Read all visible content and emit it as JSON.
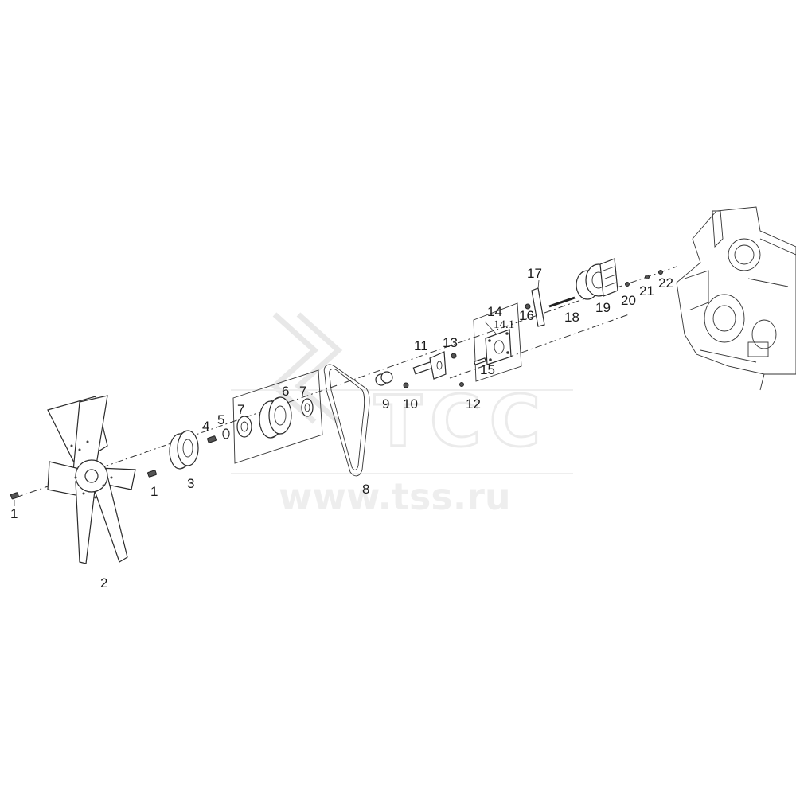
{
  "watermark": {
    "logo_text": "TCC",
    "url_text": "www.tss.ru"
  },
  "callouts": [
    {
      "id": "1a",
      "text": "1"
    },
    {
      "id": "1b",
      "text": "1"
    },
    {
      "id": "2",
      "text": "2"
    },
    {
      "id": "3",
      "text": "3"
    },
    {
      "id": "4",
      "text": "4"
    },
    {
      "id": "5",
      "text": "5"
    },
    {
      "id": "6",
      "text": "6"
    },
    {
      "id": "7a",
      "text": "7"
    },
    {
      "id": "7b",
      "text": "7"
    },
    {
      "id": "8",
      "text": "8"
    },
    {
      "id": "9",
      "text": "9"
    },
    {
      "id": "10",
      "text": "10"
    },
    {
      "id": "11",
      "text": "11"
    },
    {
      "id": "12",
      "text": "12"
    },
    {
      "id": "13",
      "text": "13"
    },
    {
      "id": "14",
      "text": "14"
    },
    {
      "id": "14_1",
      "text": "14.1"
    },
    {
      "id": "15",
      "text": "15"
    },
    {
      "id": "16",
      "text": "16"
    },
    {
      "id": "17",
      "text": "17"
    },
    {
      "id": "18",
      "text": "18"
    },
    {
      "id": "19",
      "text": "19"
    },
    {
      "id": "20",
      "text": "20"
    },
    {
      "id": "21",
      "text": "21"
    },
    {
      "id": "22",
      "text": "22"
    }
  ]
}
